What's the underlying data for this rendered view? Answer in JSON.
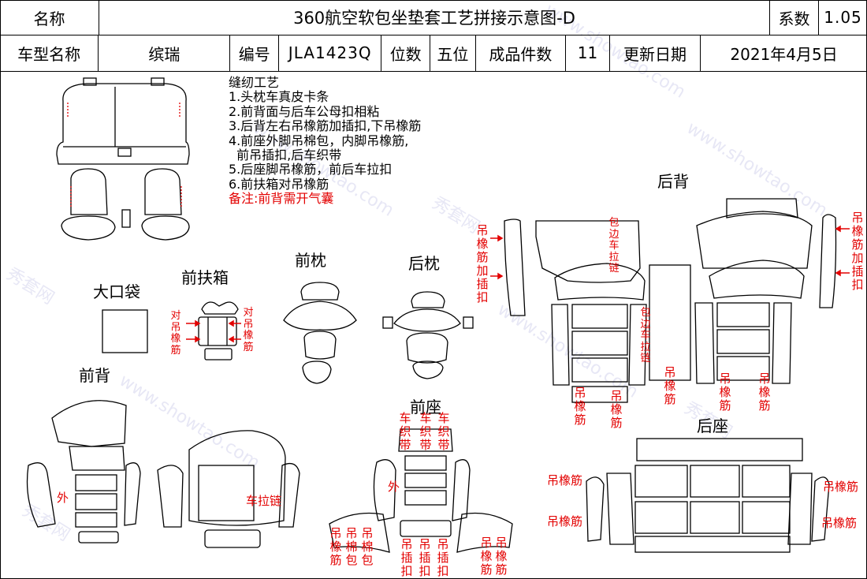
{
  "header": {
    "name_label": "名称",
    "title": "360航空软包坐垫套工艺拼接示意图-D",
    "coef_label": "系数",
    "coef_value": "1.05",
    "model_label": "车型名称",
    "model_value": "缤瑞",
    "code_label": "编号",
    "code_value": "JLA1423Q",
    "seats_label": "位数",
    "seats_value": "五位",
    "pieces_label": "成品件数",
    "pieces_value": "11",
    "date_label": "更新日期",
    "date_value": "2021年4月5日"
  },
  "notes": {
    "title": "缝纫工艺",
    "items": [
      "1.头枕车真皮卡条",
      "2.前背面与后车公母扣相粘",
      "3.后背左右吊橡筋加插扣,下吊橡筋",
      "4.前座外脚吊棉包，内脚吊橡筋,",
      "  前吊插扣,后车织带",
      "5.后座脚吊橡筋，前后车拉扣",
      "6.前扶箱对吊橡筋"
    ],
    "remark": "备注:前背需开气囊"
  },
  "sections": {
    "big_pocket": "大口袋",
    "front_armrest": "前扶箱",
    "front_headrest": "前枕",
    "rear_headrest": "后枕",
    "rear_back": "后背",
    "front_back": "前背",
    "front_seat": "前座",
    "rear_seat": "后座"
  },
  "annotations": {
    "armrest_left": "对吊橡筋",
    "armrest_right": "对吊橡筋",
    "rb_left": "吊橡筋加插扣",
    "rb_right": "吊橡筋加插扣",
    "rb_binding_top": "包边车拉链",
    "rb_binding_mid": "包边车拉链",
    "rb_elastic_1": "吊橡筋",
    "rb_elastic_2": "吊橡筋",
    "rb_elastic_3": "吊橡筋",
    "rb_elastic_4": "吊橡筋",
    "rb_elastic_5": "吊橡筋",
    "fb_outer": "外",
    "fb_zipper": "车拉链",
    "fs_webbing_1": "车织带",
    "fs_webbing_2": "车织带",
    "fs_webbing_3": "车织带",
    "fs_outer": "外",
    "fs_elastic_1": "吊橡筋",
    "fs_cotton_1": "吊棉包",
    "fs_cotton_2": "吊棉包",
    "fs_clip_1": "吊插扣",
    "fs_clip_2": "吊插扣",
    "fs_clip_3": "吊插扣",
    "fs_elastic_2": "吊橡筋",
    "fs_elastic_3": "吊橡筋",
    "rs_l1": "吊橡筋",
    "rs_l2": "吊橡筋",
    "rs_r1": "吊橡筋",
    "rs_r2": "吊橡筋"
  },
  "watermark": {
    "text_cn": "秀套网",
    "text_en": "www.showtao.com"
  },
  "colors": {
    "annotation": "#e30000",
    "line": "#000000"
  }
}
